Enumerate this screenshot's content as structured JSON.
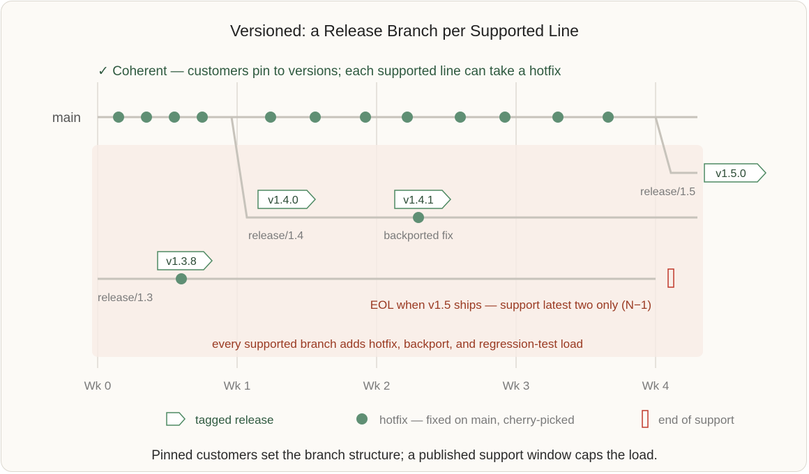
{
  "title": "Versioned: a Release Branch per Supported Line",
  "subtitle": "✓ Coherent — customers pin to versions; each supported line can take a hotfix",
  "main_label": "main",
  "branches": [
    {
      "id": "r13",
      "label": "release/1.3"
    },
    {
      "id": "r14",
      "label": "release/1.4"
    },
    {
      "id": "r15",
      "label": "release/1.5"
    }
  ],
  "tags": [
    {
      "label": "v1.3.8"
    },
    {
      "label": "v1.4.0"
    },
    {
      "label": "v1.4.1"
    },
    {
      "label": "v1.5.0"
    }
  ],
  "backport_label": "backported fix",
  "eol_note": "EOL when v1.5 ships — support latest two only (N−1)",
  "load_note": "every supported branch adds hotfix, backport, and regression-test load",
  "axis": {
    "weeks": [
      "Wk 0",
      "Wk 1",
      "Wk 2",
      "Wk 3",
      "Wk 4"
    ]
  },
  "legend": {
    "tagged_release": "tagged release",
    "hotfix": "hotfix — fixed on main, cherry-picked",
    "eol": "end of support"
  },
  "caption": "Pinned customers set the branch structure; a published support window caps the load.",
  "colors": {
    "accent_green": "#5f8f74",
    "tag_border": "#4f8a63",
    "line_gray": "#c7c3bb",
    "grid": "#e6e2dc",
    "eol_red": "#c0392b",
    "shade": "#f7ece6"
  }
}
